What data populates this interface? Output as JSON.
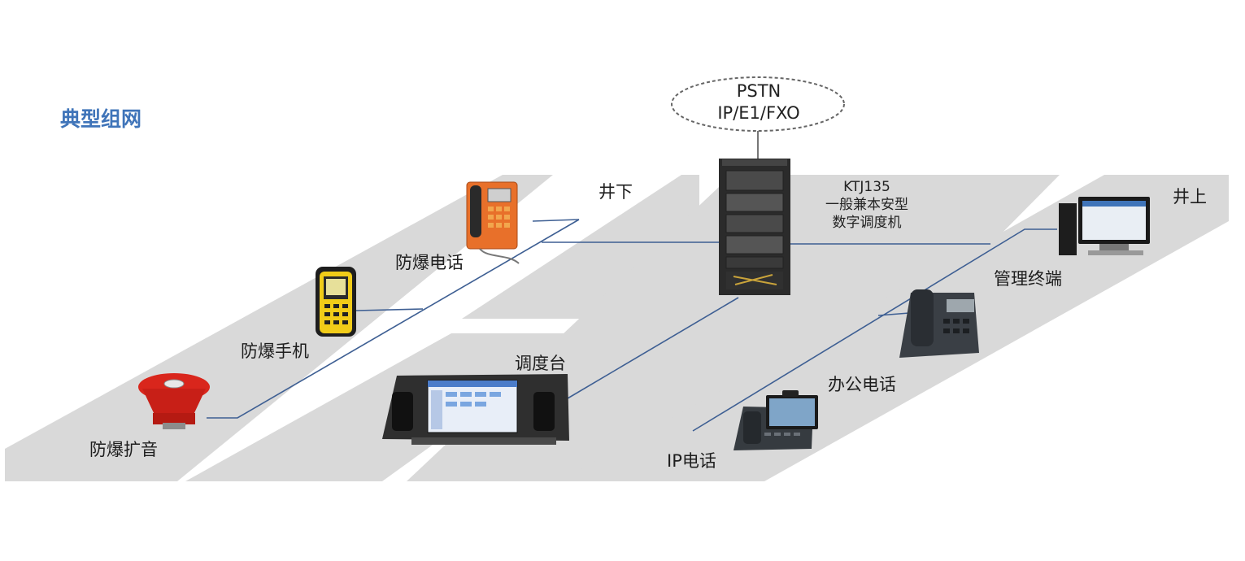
{
  "title": "典型组网",
  "cloud": {
    "line1": "PSTN",
    "line2": "IP/E1/FXO"
  },
  "zones": {
    "underground": "井下",
    "surface": "井上"
  },
  "switch": {
    "model": "KTJ135",
    "line2": "一般兼本安型",
    "line3": "数字调度机"
  },
  "devices": {
    "explosion_phone": "防爆电话",
    "explosion_handset": "防爆手机",
    "explosion_speaker": "防爆扩音",
    "dispatch_console": "调度台",
    "management_terminal": "管理终端",
    "office_phone": "办公电话",
    "ip_phone": "IP电话"
  },
  "colors": {
    "title": "#3f74b9",
    "band": "#d9d9d9",
    "line": "#3e5f93",
    "device_orange": "#e8702a",
    "device_red": "#d9261c",
    "device_yellow": "#f1cc18"
  }
}
